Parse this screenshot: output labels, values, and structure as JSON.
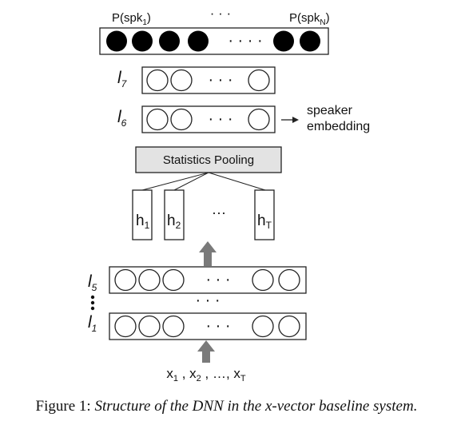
{
  "output": {
    "label_first": "P(spk",
    "label_first_sub": "1",
    "label_first_close": ")",
    "label_last": "P(spk",
    "label_last_sub": "N",
    "label_last_close": ")",
    "label_dots": "· · ·",
    "layer_dots": "· · · ·"
  },
  "layers": {
    "l7": {
      "letter": "l",
      "sub": "7",
      "dots": "· · ·"
    },
    "l6": {
      "letter": "l",
      "sub": "6",
      "dots": "· · ·"
    },
    "l5": {
      "letter": "l",
      "sub": "5",
      "dots": "· · ·"
    },
    "l1": {
      "letter": "l",
      "sub": "1",
      "dots": "· · ·"
    },
    "between_dots": "· · ·"
  },
  "embedding": {
    "line1": "speaker",
    "line2": "embedding"
  },
  "pooling": {
    "label": "Statistics Pooling"
  },
  "frames": {
    "h1": {
      "letter": "h",
      "sub": "1"
    },
    "h2": {
      "letter": "h",
      "sub": "2"
    },
    "hT": {
      "letter": "h",
      "sub": "T"
    },
    "dots": "···"
  },
  "inputs": {
    "x1": "x",
    "x1_sub": "1",
    "sep1": " , ",
    "x2": "x",
    "x2_sub": "2",
    "sep2": " , …, ",
    "xT": "x",
    "xT_sub": "T"
  },
  "caption": {
    "prefix": "Figure 1: ",
    "text": "Structure of the DNN in the x-vector baseline system."
  },
  "colors": {
    "neuron_fill": "#000000",
    "pooling_fill": "#e3e3e3",
    "arrow_fill": "#7a7a7a",
    "stroke": "#222222"
  }
}
